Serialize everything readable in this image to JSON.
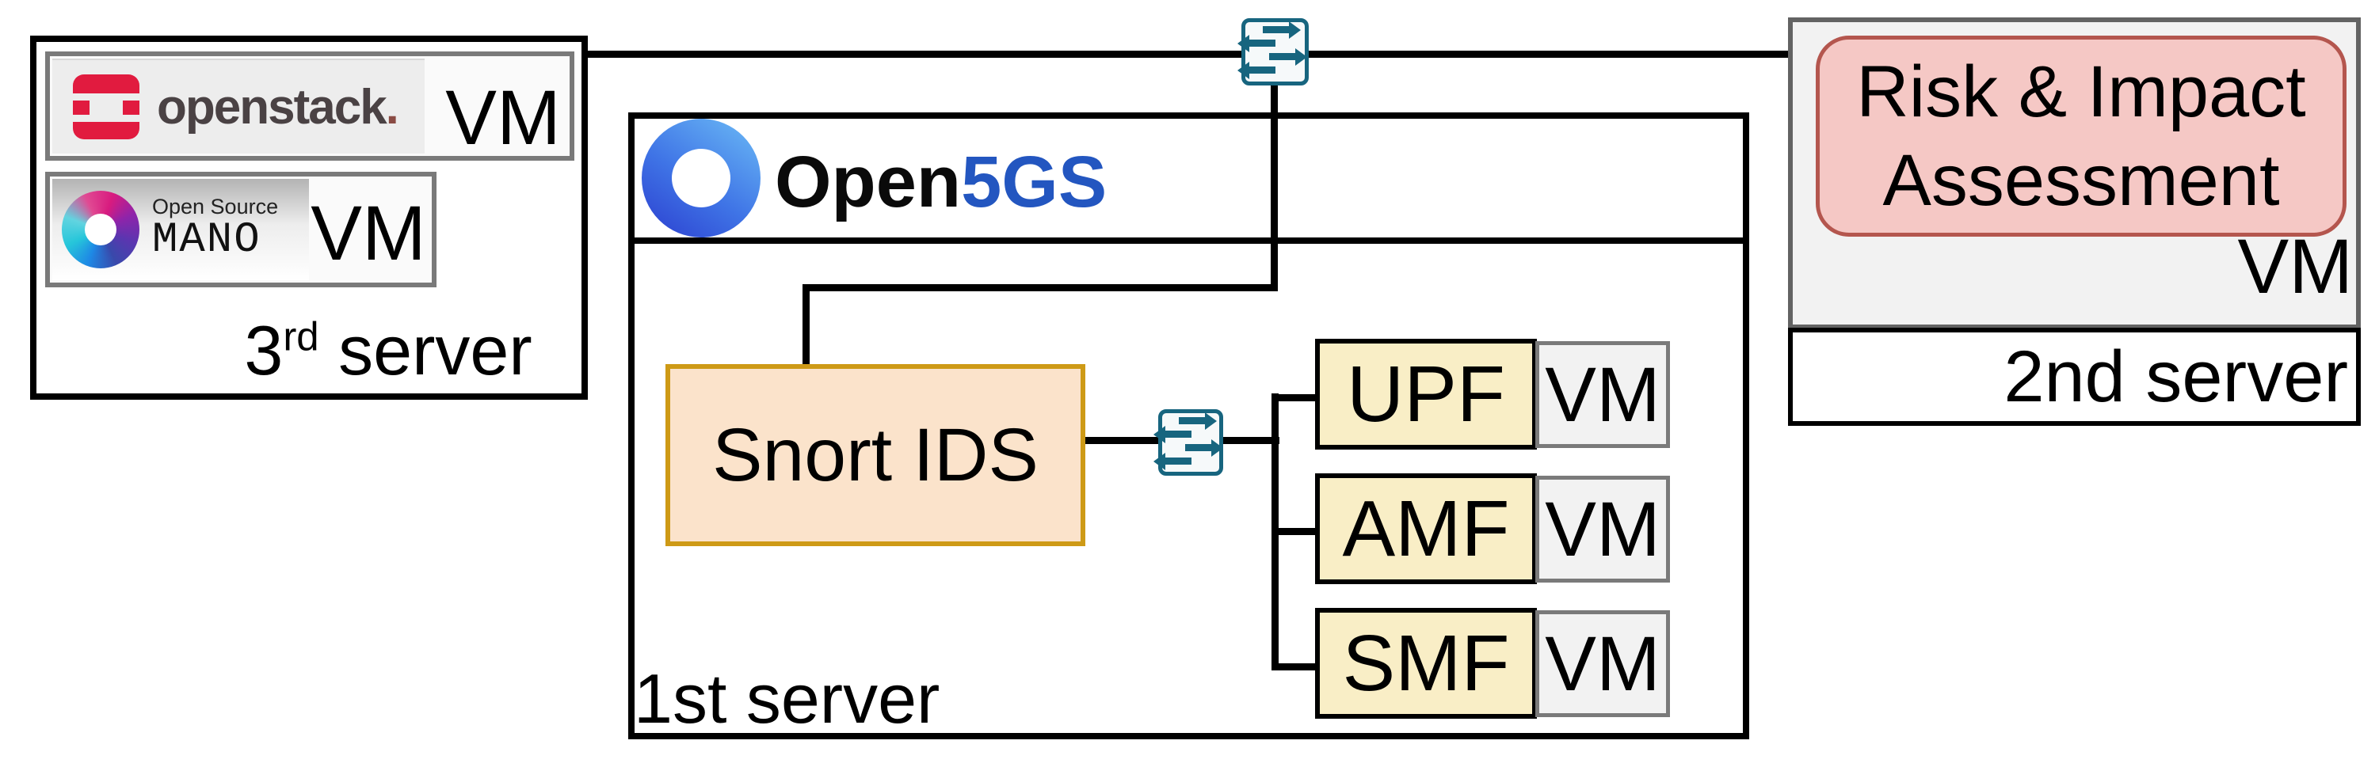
{
  "colors": {
    "line": "#000000",
    "switch_teal": "#17657f",
    "snort_fill": "#fbe3cb",
    "snort_border": "#ce9a16",
    "nf_fill": "#f9eec6",
    "vm_fill": "#f2f2f2",
    "pink_fill": "#f5c8c5",
    "pink_border": "#b4564e",
    "openstack_red": "#e11b3f",
    "open5gs_blue": "#2356c0"
  },
  "third_server": {
    "label_number": "3",
    "label_ordinal": "rd",
    "label_rest": " server",
    "openstack_vm": {
      "wordmark": "openstack",
      "period": ".",
      "vm": "VM"
    },
    "mano_vm": {
      "logo_line1": "Open Source",
      "logo_line2": "MANO",
      "vm": "VM"
    }
  },
  "first_server": {
    "label": "1st server",
    "open5gs_black": "Open",
    "open5gs_blue": "5GS",
    "snort_label": "Snort IDS",
    "rows": [
      {
        "nf": "UPF",
        "vm": "VM"
      },
      {
        "nf": "AMF",
        "vm": "VM"
      },
      {
        "nf": "SMF",
        "vm": "VM"
      }
    ]
  },
  "second_server": {
    "label": "2nd server",
    "assessment_line1": "Risk & Impact",
    "assessment_line2": "Assessment",
    "vm": "VM"
  }
}
